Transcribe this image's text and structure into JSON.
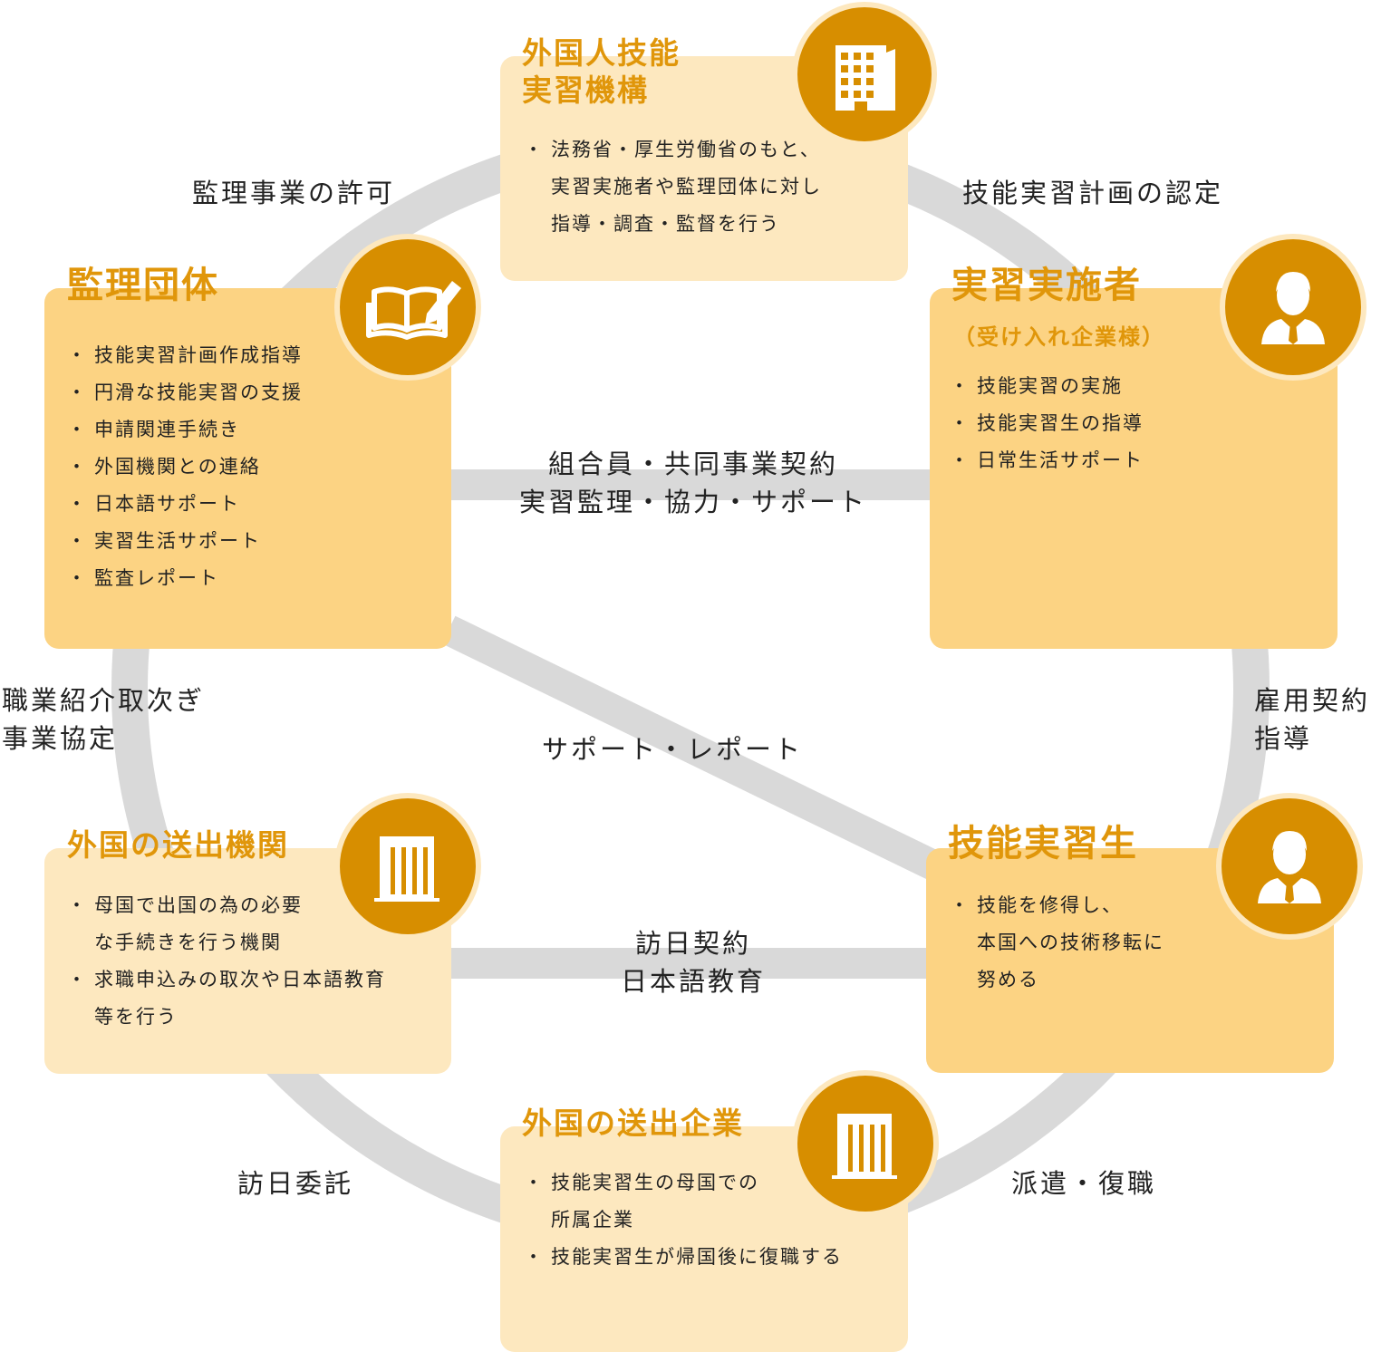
{
  "nodes": {
    "kikou": {
      "title": [
        "外国人技能",
        "実習機構"
      ],
      "items": [
        [
          "法務省・厚生労働省のもと、",
          "実習実施者や監理団体に対し",
          "指導・調査・監督を行う"
        ]
      ],
      "icon": "office-building-icon"
    },
    "kanri": {
      "title": [
        "監理団体"
      ],
      "items": [
        [
          "技能実習計画作成指導"
        ],
        [
          "円滑な技能実習の支援"
        ],
        [
          "申請関連手続き"
        ],
        [
          "外国機関との連絡"
        ],
        [
          "日本語サポート"
        ],
        [
          "実習生活サポート"
        ],
        [
          "監査レポート"
        ]
      ],
      "icon": "open-book-pencil-icon"
    },
    "jisshi": {
      "title": [
        "実習実施者"
      ],
      "subtitle": "（受け入れ企業様）",
      "items": [
        [
          "技能実習の実施"
        ],
        [
          "技能実習生の指導"
        ],
        [
          "日常生活サポート"
        ]
      ],
      "icon": "businessman-icon"
    },
    "okuridashi": {
      "title": [
        "外国の送出機関"
      ],
      "items": [
        [
          "母国で出国の為の必要",
          "な手続きを行う機関"
        ],
        [
          "求職申込みの取次や日本語教育",
          "等を行う"
        ]
      ],
      "icon": "building-icon"
    },
    "seito": {
      "title": [
        "技能実習生"
      ],
      "items": [
        [
          "技能を修得し、",
          "本国への技術移転に",
          "努める"
        ]
      ],
      "icon": "trainee-person-icon"
    },
    "kigyou": {
      "title": [
        "外国の送出企業"
      ],
      "items": [
        [
          "技能実習生の母国での",
          "所属企業"
        ],
        [
          "技能実習生が帰国後に復職する"
        ]
      ],
      "icon": "company-building-icon"
    }
  },
  "edges": {
    "kyoka": [
      "監理事業の許可"
    ],
    "nintei": [
      "技能実習計画の認定"
    ],
    "kumiai": [
      "組合員・共同事業契約",
      "実習監理・協力・サポート"
    ],
    "shokugyo": [
      "職業紹介取次ぎ",
      "事業協定"
    ],
    "koyo": [
      "雇用契約",
      "指導"
    ],
    "support": [
      "サポート・レポート"
    ],
    "honichi_keiyaku": [
      "訪日契約",
      "日本語教育"
    ],
    "itaku": [
      "訪日委託"
    ],
    "haken": [
      "派遣・復職"
    ]
  },
  "colors": {
    "ring": "#d9d9d9",
    "box_light": "#fde8bf",
    "box_dark": "#fcd383",
    "accent": "#d78e00",
    "title": "#e0960a"
  }
}
